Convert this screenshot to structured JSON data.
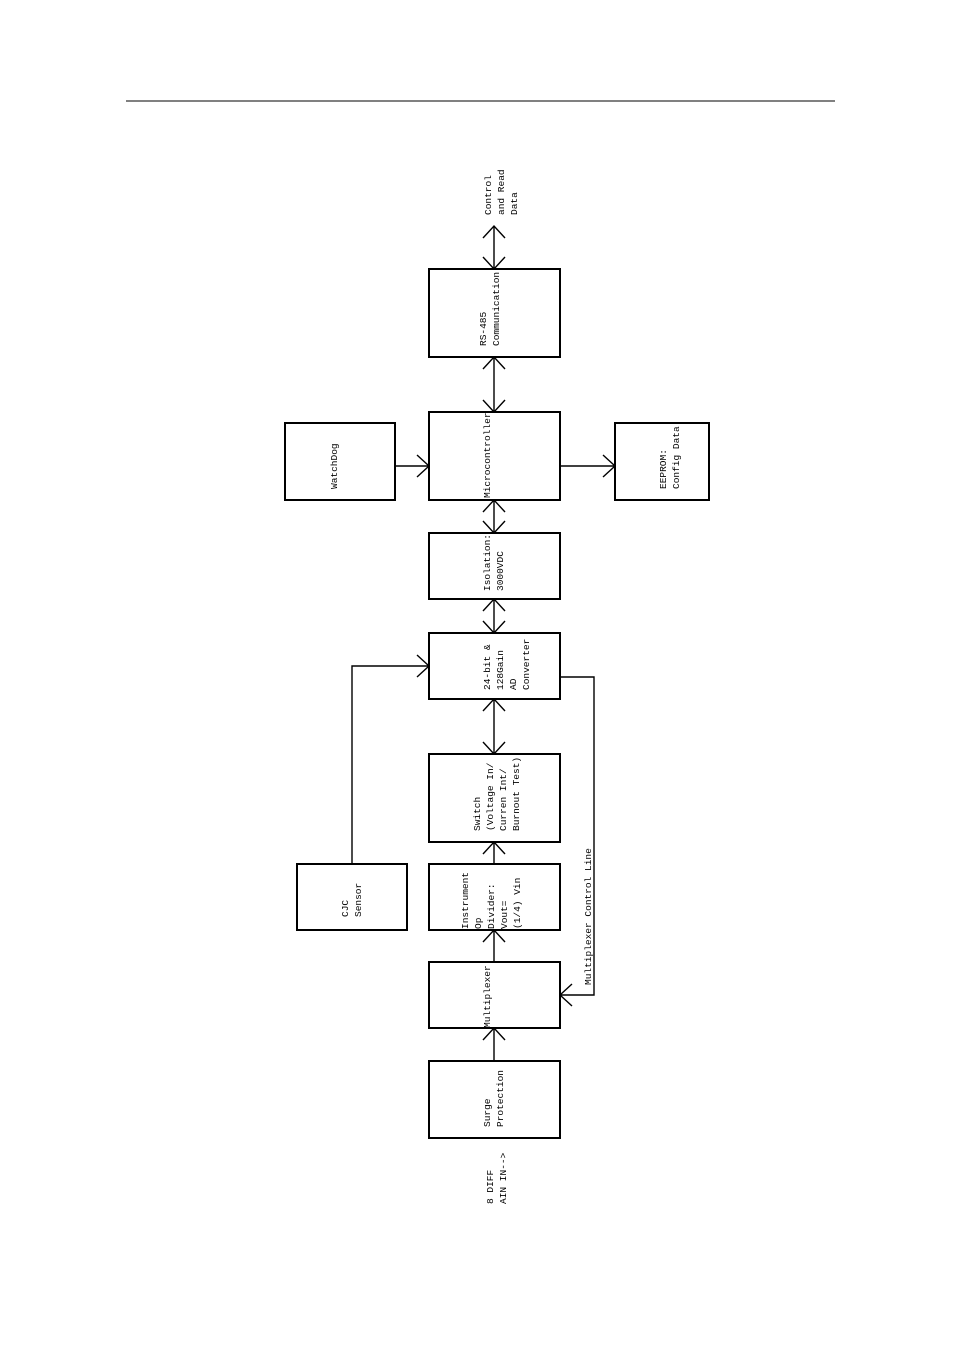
{
  "blocks": {
    "rs485": {
      "lines": [
        "RS-485",
        "Communication"
      ]
    },
    "micro": {
      "lines": [
        "Microcontroller"
      ]
    },
    "watchdog": {
      "lines": [
        "WatchDog"
      ]
    },
    "eeprom": {
      "lines": [
        "EEPROM:",
        "Config Data"
      ]
    },
    "isolation": {
      "lines": [
        "Isolation:",
        "3000VDC"
      ]
    },
    "adc": {
      "lines": [
        "24-bit &",
        "128Gain",
        "AD",
        "Converter"
      ]
    },
    "switch": {
      "lines": [
        "Switch",
        "(Voltage In/",
        "Curren Int/",
        "Burnout Test)"
      ]
    },
    "opdiv": {
      "lines": [
        "Instrument",
        "Op",
        "Divider:",
        "Vout=",
        "(1/4) Vin"
      ]
    },
    "cjc": {
      "lines": [
        "CJC",
        "Sensor"
      ]
    },
    "mux": {
      "lines": [
        "Multiplexer"
      ]
    },
    "surge": {
      "lines": [
        "Surge",
        "Protection"
      ]
    }
  },
  "labels": {
    "control": [
      "Control",
      "and Read",
      "Data"
    ],
    "mux_line": [
      "Multiplexer Control Line"
    ],
    "input": [
      "8 DIFF",
      "AIN IN-->"
    ]
  }
}
